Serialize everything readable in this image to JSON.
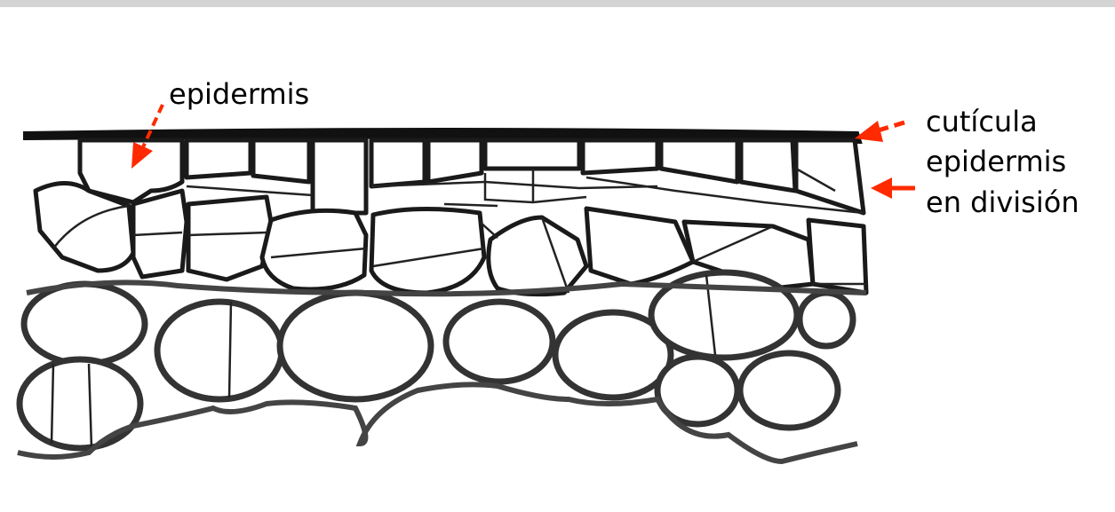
{
  "labels": {
    "epidermis": "epidermis",
    "cuticula": "cutícula",
    "epidermis_division_line1": "epidermis",
    "epidermis_division_line2": "en división"
  },
  "colors": {
    "arrow": "#ff2a00",
    "cell_wall": "#1a1a1a",
    "background": "#ffffff",
    "top_strip": "#d4d4d4"
  }
}
